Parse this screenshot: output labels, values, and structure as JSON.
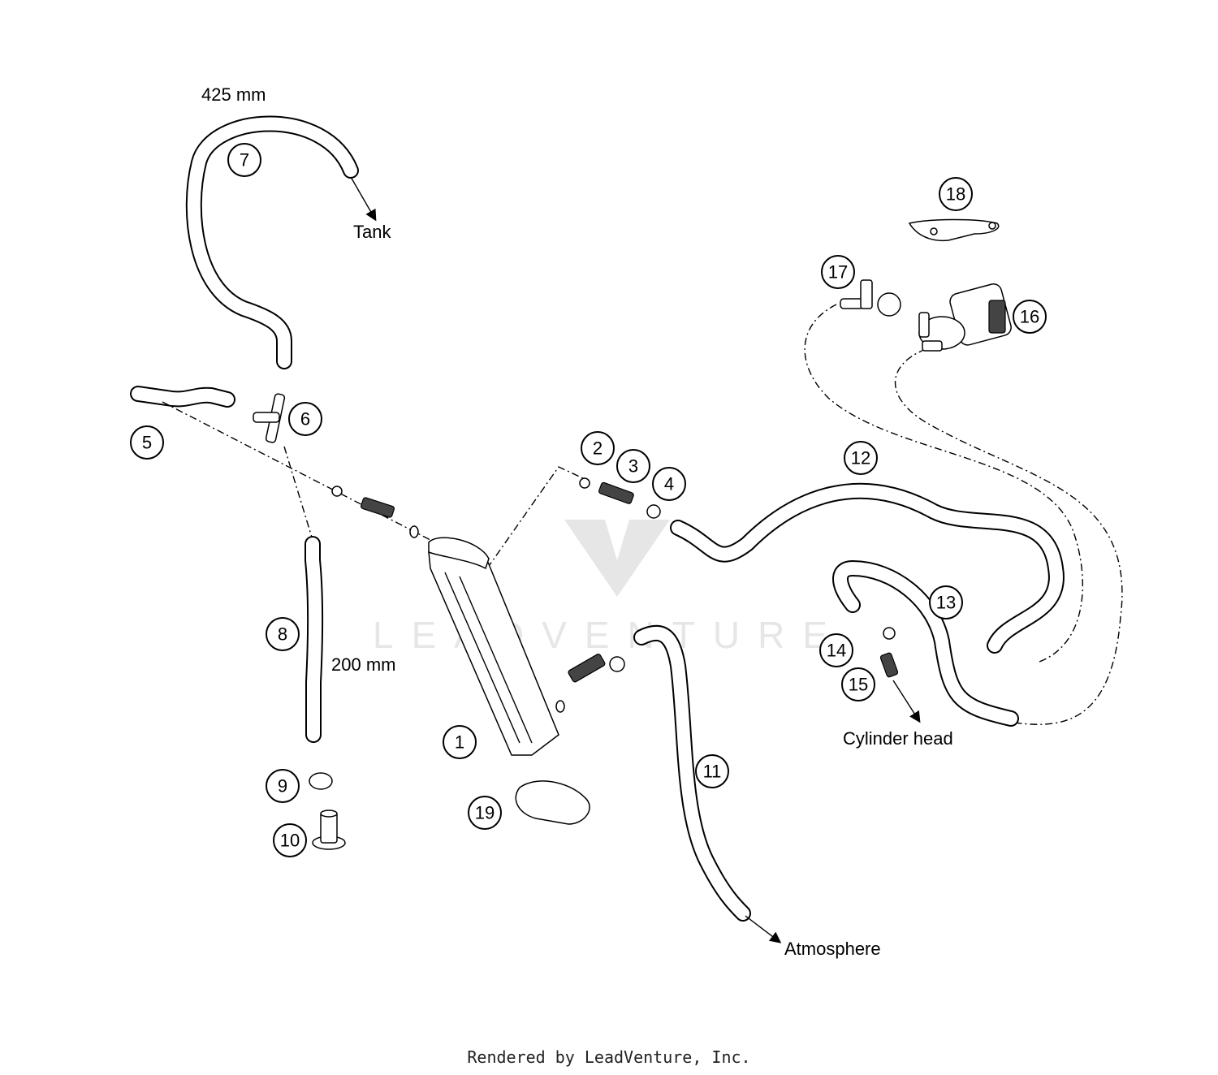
{
  "watermark": {
    "text": "LEADVENTURE"
  },
  "labels": {
    "hose_7_length": "425 mm",
    "hose_8_length": "200 mm",
    "tank": "Tank",
    "cylinder_head": "Cylinder head",
    "atmosphere": "Atmosphere"
  },
  "callouts": [
    "1",
    "2",
    "3",
    "4",
    "5",
    "6",
    "7",
    "8",
    "9",
    "10",
    "11",
    "12",
    "13",
    "14",
    "15",
    "16",
    "17",
    "18",
    "19"
  ],
  "footer": {
    "text": "Rendered by LeadVenture, Inc."
  }
}
